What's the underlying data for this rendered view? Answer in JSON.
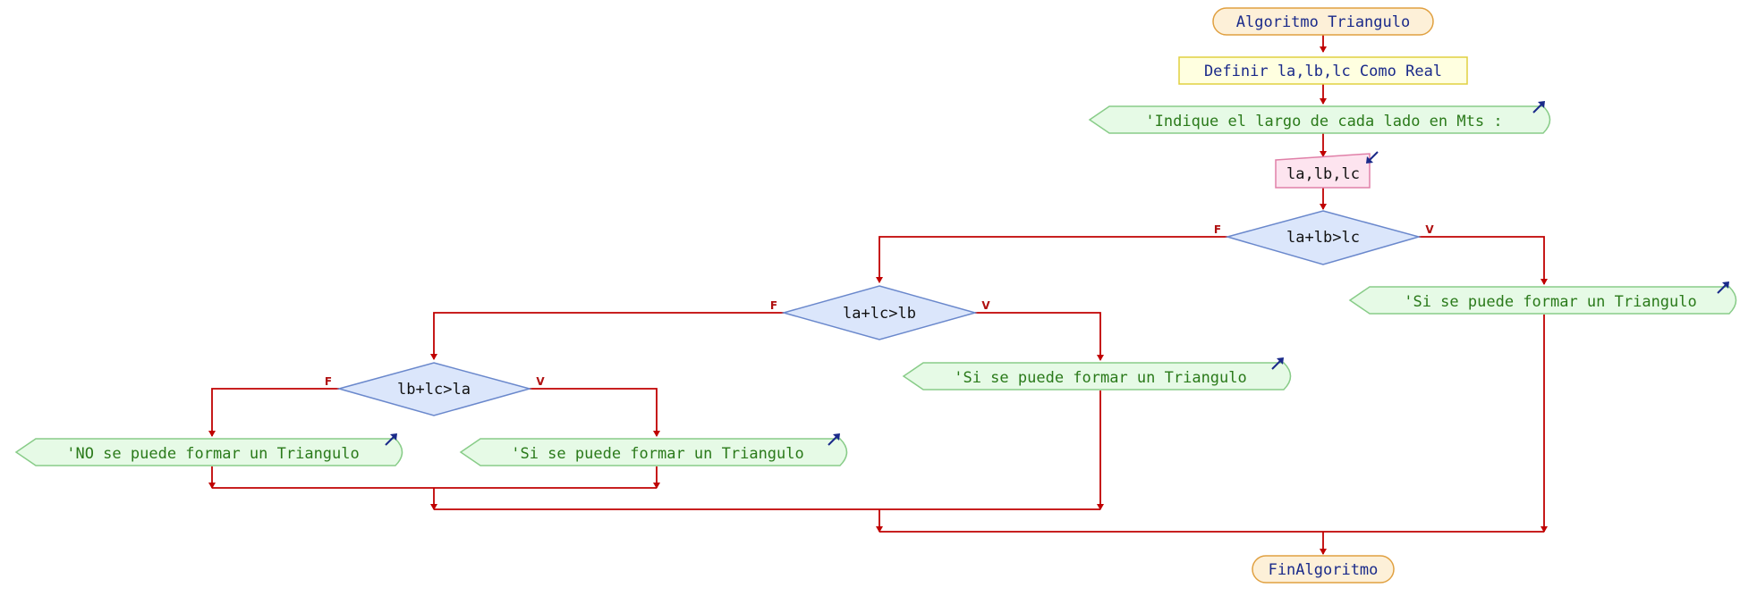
{
  "diagram": {
    "start": "Algoritmo Triangulo",
    "define": "Definir la,lb,lc Como Real",
    "prompt": "'Indique el largo de cada lado en Mts :",
    "read": "la,lb,lc",
    "decision1": {
      "condition": "la+lb>lc",
      "false_label": "F",
      "true_label": "V"
    },
    "output_yes1": "'Si se puede formar un Triangulo",
    "decision2": {
      "condition": "la+lc>lb",
      "false_label": "F",
      "true_label": "V"
    },
    "output_yes2": "'Si se puede formar un Triangulo",
    "decision3": {
      "condition": "lb+lc>la",
      "false_label": "F",
      "true_label": "V"
    },
    "output_no": "'NO se puede formar un Triangulo",
    "output_yes3": "'Si se puede formar un Triangulo",
    "end": "FinAlgoritmo"
  },
  "colors": {
    "line": "#c00000",
    "terminal_fill": "#fdf0d8",
    "terminal_stroke": "#e0a040",
    "define_fill": "#ffffe0",
    "define_stroke": "#e0d040",
    "output_fill": "#e6fae6",
    "output_stroke": "#88cc88",
    "input_fill": "#fde4ef",
    "input_stroke": "#e080a8",
    "decision_fill": "#dbe6fb",
    "decision_stroke": "#6a88cc"
  }
}
